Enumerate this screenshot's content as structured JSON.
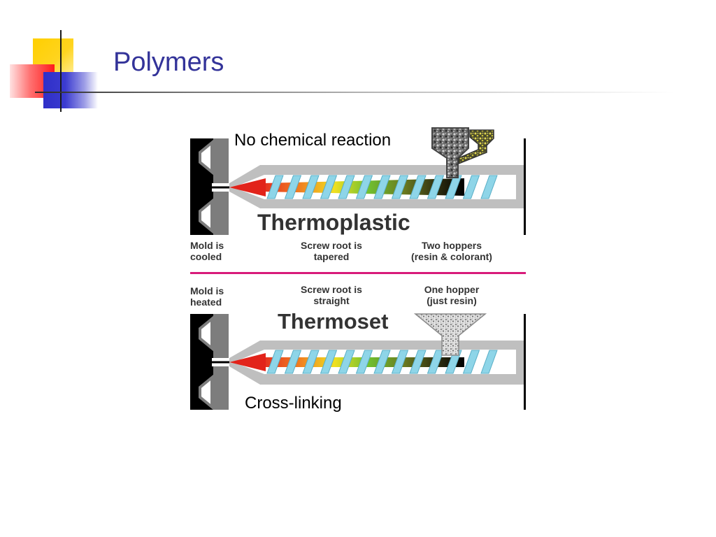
{
  "slide": {
    "title": "Polymers"
  },
  "diagram": {
    "thermoplastic": {
      "note": "No chemical reaction",
      "label": "Thermoplastic",
      "mold_label": [
        "Mold is",
        "cooled"
      ],
      "screw_label": [
        "Screw root is",
        "tapered"
      ],
      "hopper_label": [
        "Two hoppers",
        "(resin & colorant)"
      ]
    },
    "thermoset": {
      "note": "Cross-linking",
      "label": "Thermoset",
      "mold_label": [
        "Mold is",
        "heated"
      ],
      "screw_label": [
        "Screw root is",
        "straight"
      ],
      "hopper_label": [
        "One hopper",
        "(just resin)"
      ]
    }
  },
  "colors": {
    "title": "#333399",
    "divider": "#d81b7a",
    "screw_flight": "#8ed5e8",
    "nozzle_melt": "#e2231a",
    "barrel": "#bfbfbf"
  }
}
